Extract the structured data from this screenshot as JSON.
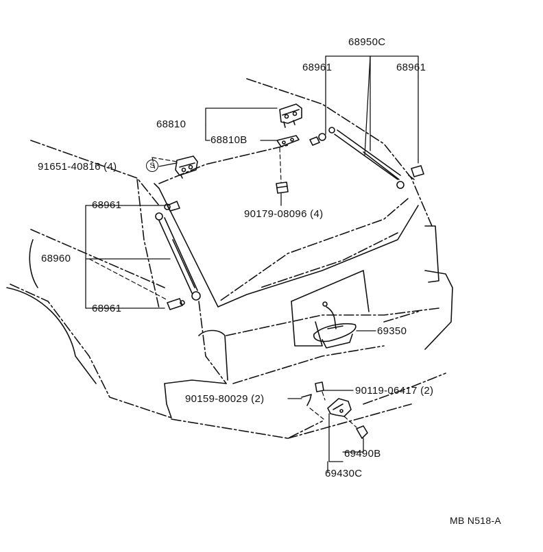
{
  "labels": {
    "l68950c": "68950C",
    "l68961_tl": "68961",
    "l68961_tr": "68961",
    "l68810": "68810",
    "l68810b": "68810B",
    "l91651": "91651-40816 (4)",
    "l_s": "S",
    "l90179": "90179-08096 (4)",
    "l68961_ml": "68961",
    "l68960": "68960",
    "l68961_bl": "68961",
    "l69350": "69350",
    "l90119": "90119-06417 (2)",
    "l90159": "90159-80029 (2)",
    "l69490b": "69490B",
    "l69430c": "69430C",
    "code": "MB N518-A"
  },
  "colors": {
    "ink": "#111111",
    "paper": "#ffffff"
  }
}
